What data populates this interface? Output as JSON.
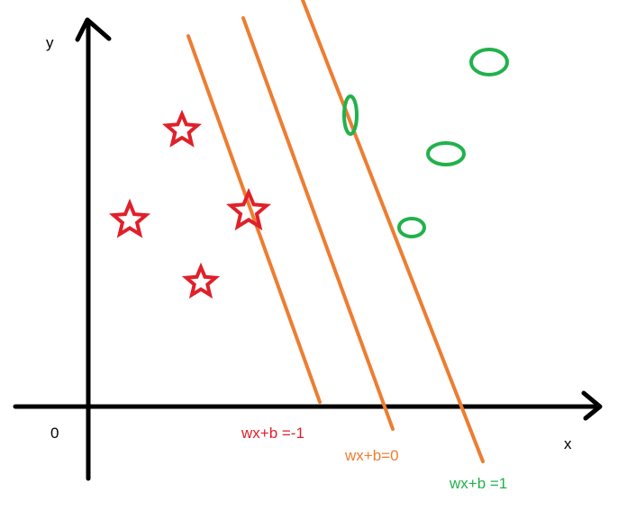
{
  "axes": {
    "x_label": "x",
    "y_label": "y",
    "origin_label": "0",
    "color": "#000000"
  },
  "lines": [
    {
      "name": "negative-margin",
      "label": "wx+b =-1",
      "color": "#ed7d31",
      "label_color": "#e0202a"
    },
    {
      "name": "decision-boundary",
      "label": "wx+b=0",
      "color": "#ed7d31",
      "label_color": "#ed7d31"
    },
    {
      "name": "positive-margin",
      "label": "wx+b =1",
      "color": "#ed7d31",
      "label_color": "#22b14c"
    }
  ],
  "markers": {
    "negative_class": {
      "shape": "star",
      "count": 4,
      "color": "#e0202a"
    },
    "positive_class": {
      "shape": "ellipse",
      "count": 4,
      "color": "#22b14c"
    }
  }
}
